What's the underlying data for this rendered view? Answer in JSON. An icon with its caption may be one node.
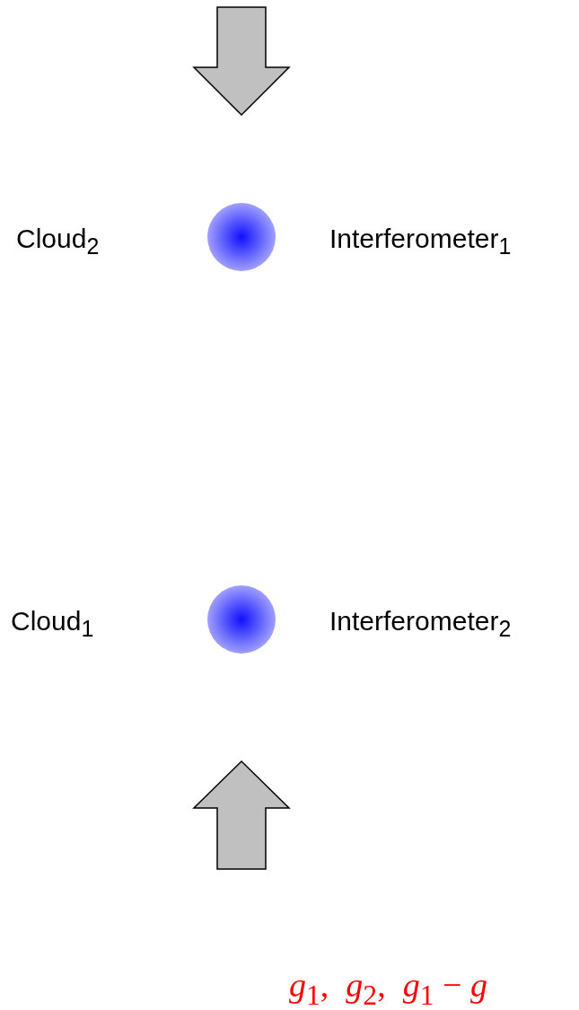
{
  "diagram": {
    "labels": [
      "Cloud$_{2}$",
      "Interferometer$_{1}$",
      "Cloud$_{1}$",
      "Interferometer$_{2}$",
      "*g*$_{1}$,  *g*$_{2}$,  *g*$_{1}$ − *g*"
    ]
  }
}
